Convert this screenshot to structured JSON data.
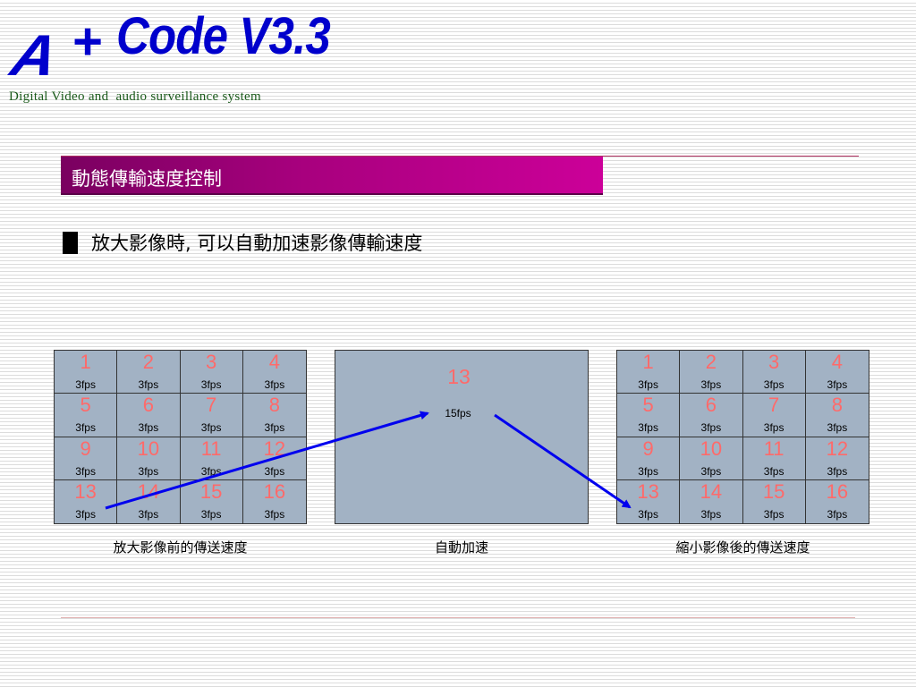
{
  "logo": {
    "letter": "A",
    "plus": "+",
    "product": "Code V3.3",
    "color": "#0000cc"
  },
  "subtitle": "Digital Video and  audio surveillance system",
  "section_title": "動態傳輸速度控制",
  "bullet": "放大影像時, 可以自動加速影像傳輸速度",
  "left_grid": {
    "cells": [
      {
        "num": "1",
        "fps": "3fps"
      },
      {
        "num": "2",
        "fps": "3fps"
      },
      {
        "num": "3",
        "fps": "3fps"
      },
      {
        "num": "4",
        "fps": "3fps"
      },
      {
        "num": "5",
        "fps": "3fps"
      },
      {
        "num": "6",
        "fps": "3fps"
      },
      {
        "num": "7",
        "fps": "3fps"
      },
      {
        "num": "8",
        "fps": "3fps"
      },
      {
        "num": "9",
        "fps": "3fps"
      },
      {
        "num": "10",
        "fps": "3fps"
      },
      {
        "num": "11",
        "fps": "3fps"
      },
      {
        "num": "12",
        "fps": "3fps"
      },
      {
        "num": "13",
        "fps": "3fps"
      },
      {
        "num": "14",
        "fps": "3fps"
      },
      {
        "num": "15",
        "fps": "3fps"
      },
      {
        "num": "16",
        "fps": "3fps"
      }
    ]
  },
  "enlarged": {
    "num": "13",
    "fps": "15fps"
  },
  "right_grid": {
    "cells": [
      {
        "num": "1",
        "fps": "3fps"
      },
      {
        "num": "2",
        "fps": "3fps"
      },
      {
        "num": "3",
        "fps": "3fps"
      },
      {
        "num": "4",
        "fps": "3fps"
      },
      {
        "num": "5",
        "fps": "3fps"
      },
      {
        "num": "6",
        "fps": "3fps"
      },
      {
        "num": "7",
        "fps": "3fps"
      },
      {
        "num": "8",
        "fps": "3fps"
      },
      {
        "num": "9",
        "fps": "3fps"
      },
      {
        "num": "10",
        "fps": "3fps"
      },
      {
        "num": "11",
        "fps": "3fps"
      },
      {
        "num": "12",
        "fps": "3fps"
      },
      {
        "num": "13",
        "fps": "3fps"
      },
      {
        "num": "14",
        "fps": "3fps"
      },
      {
        "num": "15",
        "fps": "3fps"
      },
      {
        "num": "16",
        "fps": "3fps"
      }
    ]
  },
  "captions": {
    "left": "放大影像前的傳送速度",
    "middle": "自動加速",
    "right": "縮小影像後的傳送速度"
  },
  "colors": {
    "banner_start": "#7a0060",
    "banner_end": "#cc0099",
    "panel": "#a2b2c4",
    "cell_number": "#ff6a6a",
    "arrow": "#0000ee"
  }
}
